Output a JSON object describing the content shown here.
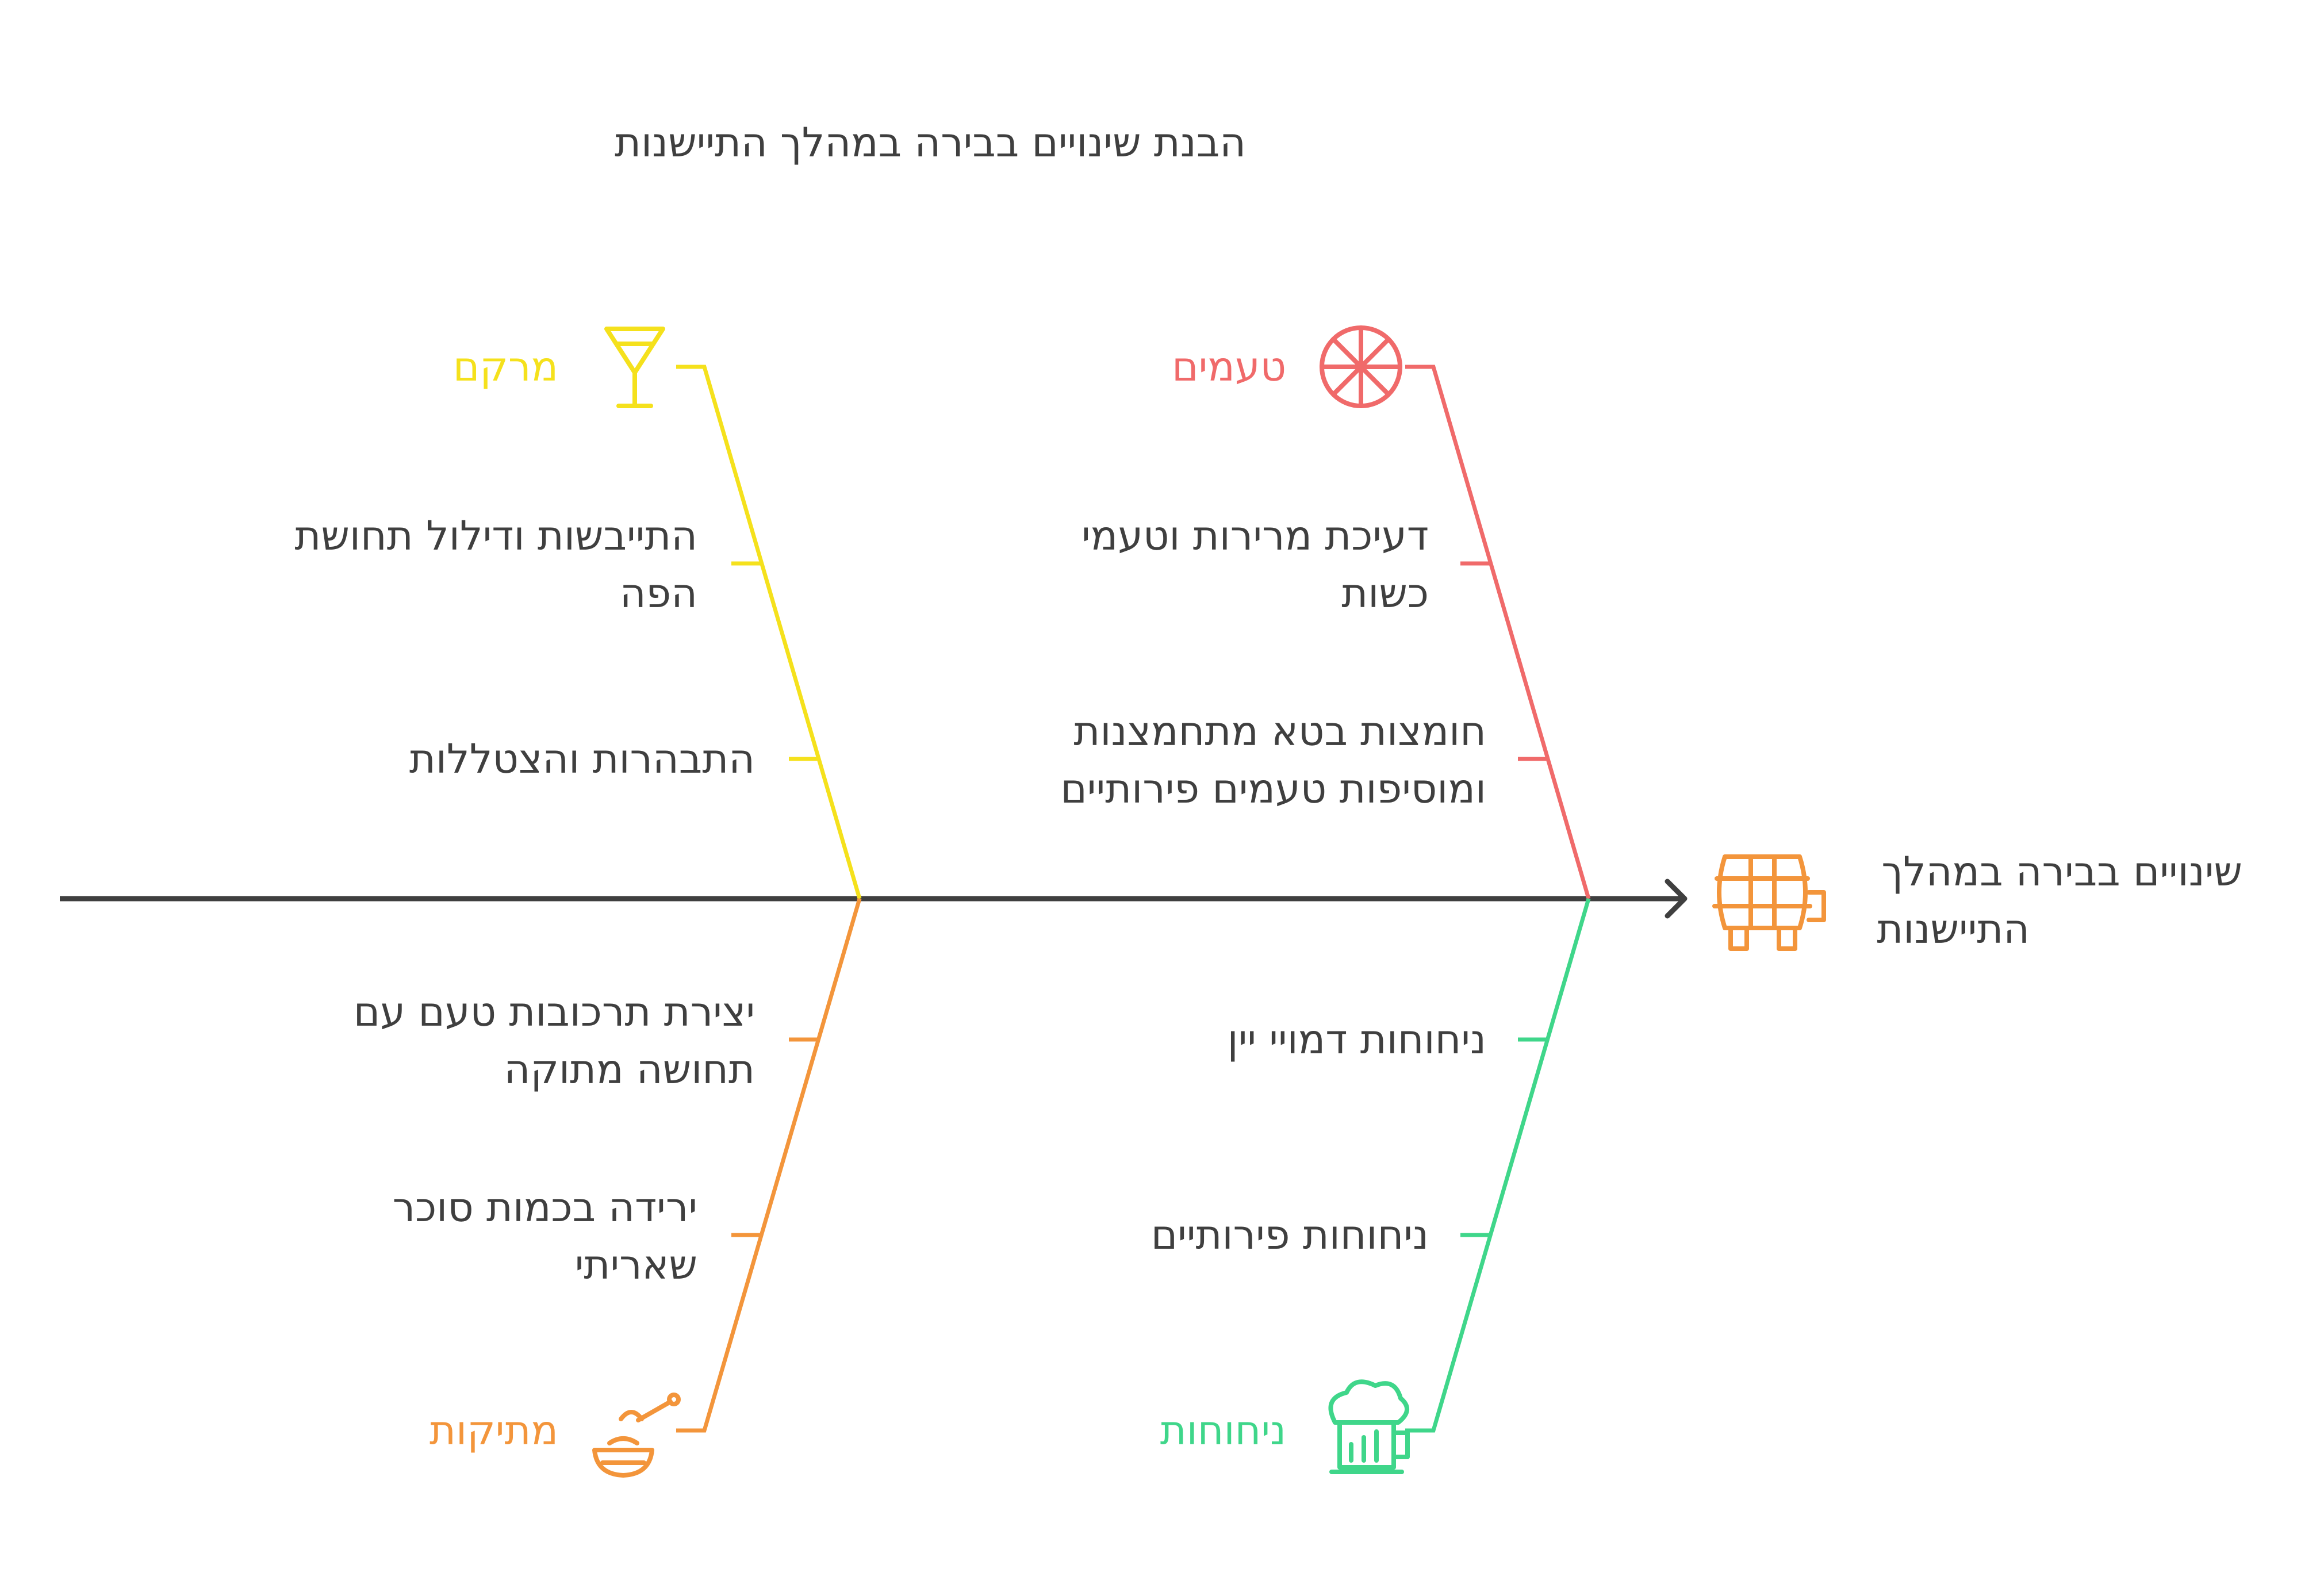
{
  "title": "הבנת שינויים בבירה במהלך התיישנות",
  "head": {
    "label_line1": "שינויים בבירה במהלך",
    "label_line2": "התיישנות",
    "icon": "barrel-icon"
  },
  "colors": {
    "spine": "#3f3f3f",
    "text": "#3f3f3f",
    "tastes": "#f06a6a",
    "body": "#f5e11c",
    "sweetness": "#f3953b",
    "aromas": "#3fd68a"
  },
  "categories": {
    "tastes": {
      "label": "טעמים",
      "icon": "orange-slice-icon",
      "items": [
        {
          "line1": "דעיכת מרירות וטעמי",
          "line2": "כשות"
        },
        {
          "line1": "חומצות בטא מתחמצנות",
          "line2": "ומוסיפות טעמים פירותיים"
        }
      ]
    },
    "body": {
      "label": "מרקם",
      "icon": "martini-glass-icon",
      "items": [
        {
          "line1": "התייבשות ודילול תחושת",
          "line2": "הפה"
        },
        {
          "line1": "התבהרות והצטללות",
          "line2": ""
        }
      ]
    },
    "aromas": {
      "label": "ניחוחות",
      "icon": "beer-mug-icon",
      "items": [
        {
          "line1": "ניחוחות דמויי יין",
          "line2": ""
        },
        {
          "line1": "ניחוחות פירותיים",
          "line2": ""
        }
      ]
    },
    "sweetness": {
      "label": "מתיקות",
      "icon": "honey-dipper-icon",
      "items": [
        {
          "line1": "יצירת תרכובות טעם עם",
          "line2": "תחושה מתוקה"
        },
        {
          "line1": "ירידה בכמות סוכר",
          "line2": "שאריתי"
        }
      ]
    }
  }
}
